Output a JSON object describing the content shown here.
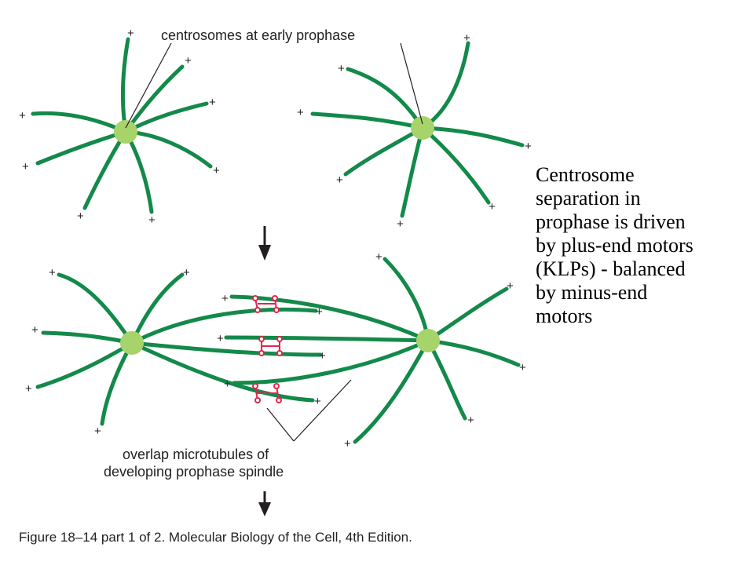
{
  "figure": {
    "label_centrosomes": "centrosomes at early prophase",
    "label_overlap_line1": "overlap microtubules of",
    "label_overlap_line2": "developing prophase spindle",
    "plus_symbol": "+",
    "caption": "Figure 18–14 part 1 of 2. Molecular Biology of the Cell, 4th Edition.",
    "colors": {
      "microtubule": "#13894a",
      "centrosome": "#a6d36a",
      "motor_protein": "#e0264d",
      "arrow": "#231f20"
    }
  },
  "side_note": {
    "lines": [
      "Centrosome",
      "separation in",
      "prophase is driven",
      "by plus-end motors",
      "(KLPs) - balanced",
      "by minus-end",
      "motors"
    ]
  }
}
